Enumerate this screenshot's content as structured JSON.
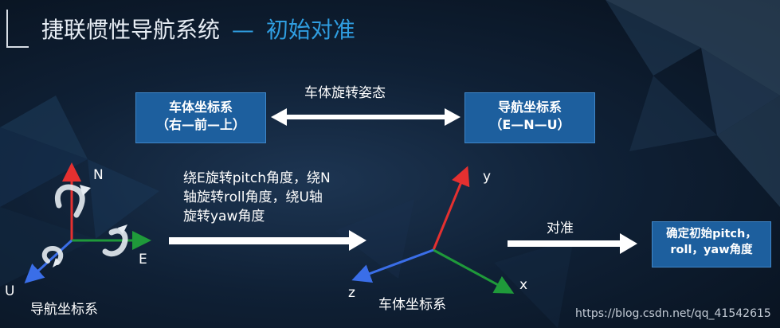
{
  "title": {
    "main": "捷联惯性导航系统",
    "dash": "—",
    "sub": "初始对准"
  },
  "body_box": {
    "line1": "车体坐标系",
    "line2": "（右—前—上）"
  },
  "nav_box": {
    "line1": "导航坐标系",
    "line2": "（E—N—U）"
  },
  "rotation_label": "车体旋转姿态",
  "rotate_desc": [
    "绕E旋转pitch角度，绕N",
    "轴旋转roll角度，绕U轴",
    "旋转yaw角度"
  ],
  "align_label": "对准",
  "result_box": {
    "line1": "确定初始pitch，",
    "line2": "roll，yaw角度"
  },
  "nav_axes": {
    "n": "N",
    "e": "E",
    "u": "U",
    "caption": "导航坐标系"
  },
  "body_axes": {
    "x": "x",
    "y": "y",
    "z": "z",
    "caption": "车体坐标系"
  },
  "watermark": "https://blog.csdn.net/qq_41542615",
  "colors": {
    "box": "#1d5f9e",
    "title_accent": "#2f9de0",
    "axis_red": "#e53030",
    "axis_green": "#1f9a3a",
    "axis_blue": "#3a6ee8"
  }
}
